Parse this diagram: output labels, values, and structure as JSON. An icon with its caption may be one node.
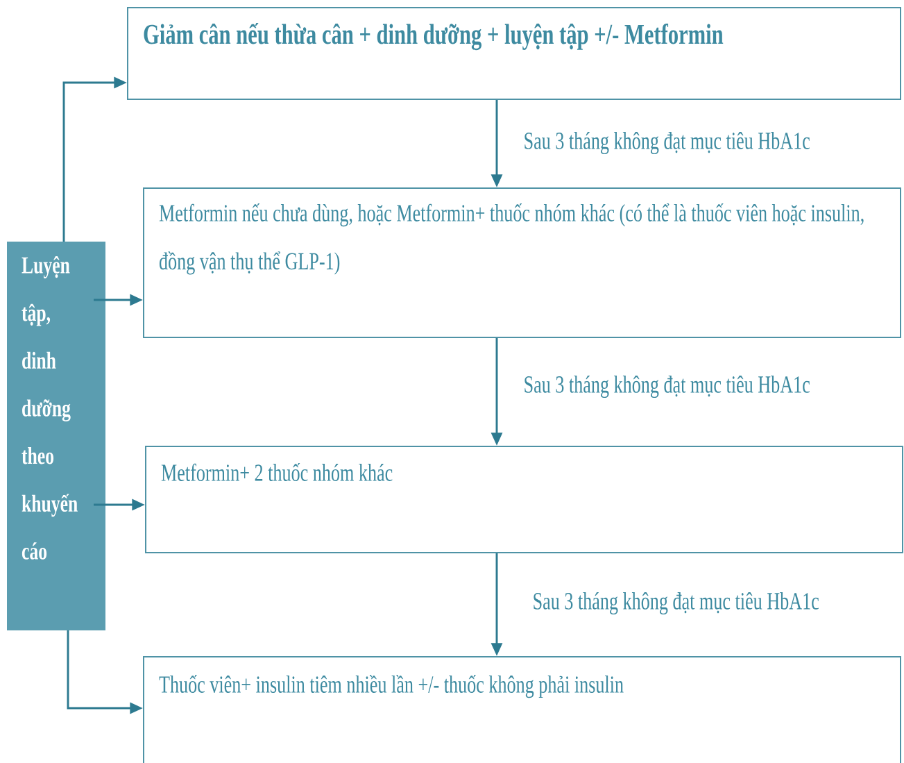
{
  "diagram": {
    "nodes": [
      {
        "text": [
          "Giảm cân nếu thừa cân + dinh dưỡng + luyện tập +/- Metformin"
        ]
      },
      {
        "text": [
          "Metformin nếu chưa dùng, hoặc Metformin+ thuốc nhóm khác (có thể là thuốc viên hoặc insulin, đồng vận thụ thể GLP-1)"
        ]
      },
      {
        "text": [
          "Metformin+ 2 thuốc nhóm khác"
        ]
      },
      {
        "text": [
          "Thuốc viên+ insulin tiêm nhiều lần +/- thuốc không phải insulin"
        ]
      },
      {
        "text": [
          "Luyện tập, dinh dưỡng theo khuyến cáo"
        ]
      }
    ],
    "edges": [
      {
        "from": 0,
        "to": 1,
        "arrow": "to",
        "label": "Sau 3 tháng không đạt mục tiêu HbA1c"
      },
      {
        "from": 1,
        "to": 2,
        "arrow": "to",
        "label": "Sau 3 tháng không đạt mục tiêu HbA1c"
      },
      {
        "from": 2,
        "to": 3,
        "arrow": "to",
        "label": "Sau 3 tháng không đạt mục tiêu HbA1c"
      },
      {
        "from": 4,
        "to": 0,
        "arrow": "to"
      },
      {
        "from": 4,
        "to": 1,
        "arrow": "to"
      },
      {
        "from": 4,
        "to": 2,
        "arrow": "to"
      },
      {
        "from": 4,
        "to": 3,
        "arrow": "to"
      }
    ]
  }
}
